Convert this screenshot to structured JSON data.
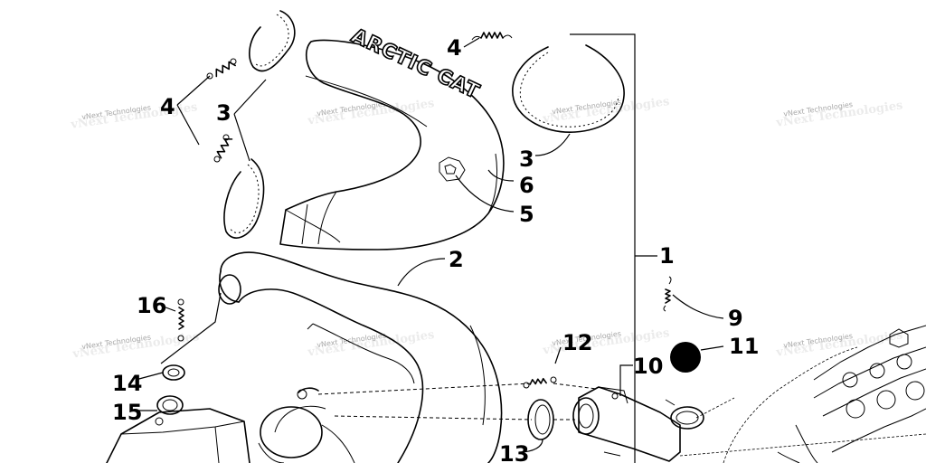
{
  "callouts": {
    "c1": "1",
    "c2": "2",
    "c3a": "3",
    "c3b": "3",
    "c4a": "4",
    "c4b": "4",
    "c5": "5",
    "c6": "6",
    "c9": "9",
    "c10": "10",
    "c11": "11",
    "c12": "12",
    "c13": "13",
    "c14": "14",
    "c15": "15",
    "c16": "16"
  },
  "heat_shield_brand": "ARCTIC CAT",
  "watermark": "vNext Technologies"
}
